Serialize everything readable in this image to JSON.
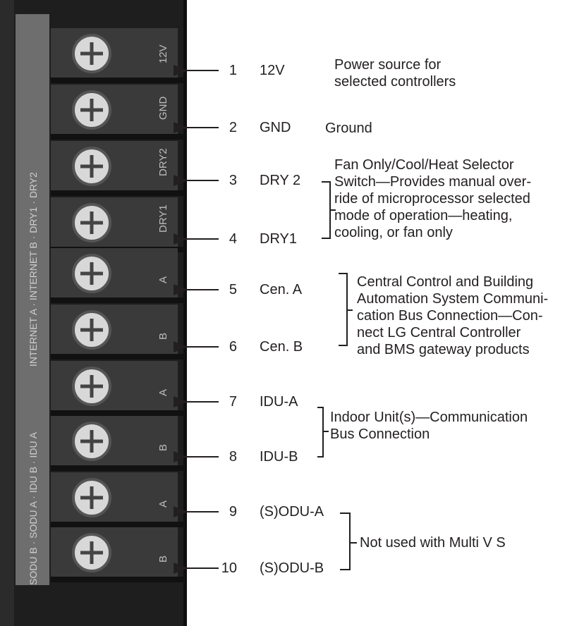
{
  "photo": {
    "bed_color": "#1a1a1a",
    "block_color": "#3a3a3a",
    "screw_color": "#d8d8d8",
    "silk_labels": [
      "12V",
      "GND",
      "DRY2",
      "DRY1",
      "A",
      "B",
      "A",
      "B",
      "A",
      "B"
    ],
    "side_label_upper": "INTERNET A · INTERNET B · DRY1 · DRY2",
    "side_label_lower": "SODU B · SODU A · IDU B · IDU A"
  },
  "terminals": [
    {
      "number": "1",
      "name": "12V"
    },
    {
      "number": "2",
      "name": "GND"
    },
    {
      "number": "3",
      "name": "DRY 2"
    },
    {
      "number": "4",
      "name": "DRY1"
    },
    {
      "number": "5",
      "name": "Cen. A"
    },
    {
      "number": "6",
      "name": "Cen. B"
    },
    {
      "number": "7",
      "name": "IDU-A"
    },
    {
      "number": "8",
      "name": "IDU-B"
    },
    {
      "number": "9",
      "name": "(S)ODU-A"
    },
    {
      "number": "10",
      "name": "(S)ODU-B"
    }
  ],
  "descriptions": {
    "power": [
      "Power source for",
      "selected controllers"
    ],
    "ground": [
      "Ground"
    ],
    "dry": [
      "Fan Only/Cool/Heat Selector",
      "Switch—Provides manual over-",
      "ride of microprocessor selected",
      "mode of operation—heating,",
      "cooling, or fan only"
    ],
    "central": [
      "Central Control and Building",
      "Automation System Communi-",
      "cation Bus Connection—Con-",
      "nect LG Central Controller",
      "and BMS gateway products"
    ],
    "idu": [
      "Indoor Unit(s)—Communication",
      "Bus Connection"
    ],
    "odu": [
      "Not used with Multi V S"
    ]
  }
}
